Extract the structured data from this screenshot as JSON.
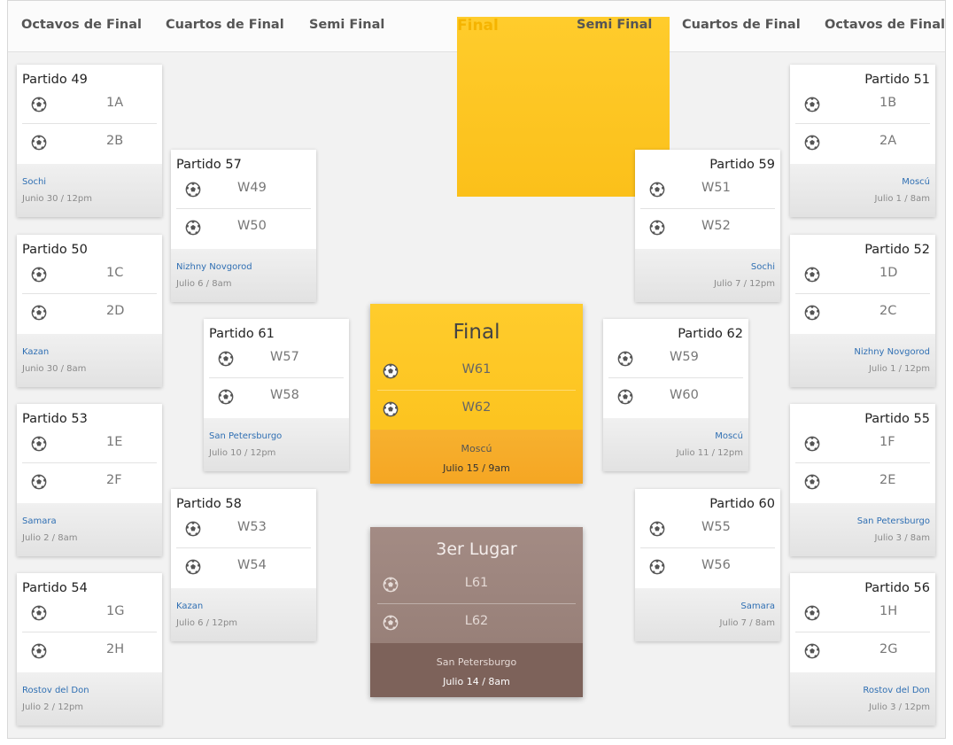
{
  "header": {
    "left_r16": "Octavos de Final",
    "left_qf": "Cuartos de Final",
    "left_sf": "Semi Final",
    "final": "Final",
    "right_sf": "Semi Final",
    "right_qf": "Cuartos de Final",
    "right_r16": "Octavos de Final"
  },
  "matches": {
    "m49": {
      "title": "Partido 49",
      "team1": "1A",
      "team2": "2B",
      "venue": "Sochi",
      "date": "Junio 30 / 12pm"
    },
    "m50": {
      "title": "Partido 50",
      "team1": "1C",
      "team2": "2D",
      "venue": "Kazan",
      "date": "Junio 30 / 8am"
    },
    "m53": {
      "title": "Partido 53",
      "team1": "1E",
      "team2": "2F",
      "venue": "Samara",
      "date": "Julio 2 / 8am"
    },
    "m54": {
      "title": "Partido 54",
      "team1": "1G",
      "team2": "2H",
      "venue": "Rostov del Don",
      "date": "Julio 2 / 12pm"
    },
    "m57": {
      "title": "Partido 57",
      "team1": "W49",
      "team2": "W50",
      "venue": "Nizhny Novgorod",
      "date": "Julio 6 / 8am"
    },
    "m58": {
      "title": "Partido 58",
      "team1": "W53",
      "team2": "W54",
      "venue": "Kazan",
      "date": "Julio 6 / 12pm"
    },
    "m61": {
      "title": "Partido 61",
      "team1": "W57",
      "team2": "W58",
      "venue": "San Petersburgo",
      "date": "Julio 10 / 12pm"
    },
    "m51": {
      "title": "Partido 51",
      "team1": "1B",
      "team2": "2A",
      "venue": "Moscú",
      "date": "Julio 1 / 8am"
    },
    "m52": {
      "title": "Partido 52",
      "team1": "1D",
      "team2": "2C",
      "venue": "Nizhny Novgorod",
      "date": "Julio 1 / 12pm"
    },
    "m55": {
      "title": "Partido 55",
      "team1": "1F",
      "team2": "2E",
      "venue": "San Petersburgo",
      "date": "Julio 3 / 8am"
    },
    "m56": {
      "title": "Partido 56",
      "team1": "1H",
      "team2": "2G",
      "venue": "Rostov del Don",
      "date": "Julio 3 / 12pm"
    },
    "m59": {
      "title": "Partido 59",
      "team1": "W51",
      "team2": "W52",
      "venue": "Sochi",
      "date": "Julio 7 / 12pm"
    },
    "m60": {
      "title": "Partido 60",
      "team1": "W55",
      "team2": "W56",
      "venue": "Samara",
      "date": "Julio 7 / 8am"
    },
    "m62": {
      "title": "Partido 62",
      "team1": "W59",
      "team2": "W60",
      "venue": "Moscú",
      "date": "Julio 11 / 12pm"
    }
  },
  "final": {
    "title": "Final",
    "team1": "W61",
    "team2": "W62",
    "venue": "Moscú",
    "date": "Julio 15 / 9am"
  },
  "third": {
    "title": "3er Lugar",
    "team1": "L61",
    "team2": "L62",
    "venue": "San Petersburgo",
    "date": "Julio 14 / 8am"
  },
  "icons": {
    "team": "soccer-ball-icon"
  },
  "colors": {
    "final_accent": "#f5b400",
    "final_bg": "#fcc424",
    "third_bg": "#9b837b",
    "venue_link": "#2f6fb3"
  }
}
